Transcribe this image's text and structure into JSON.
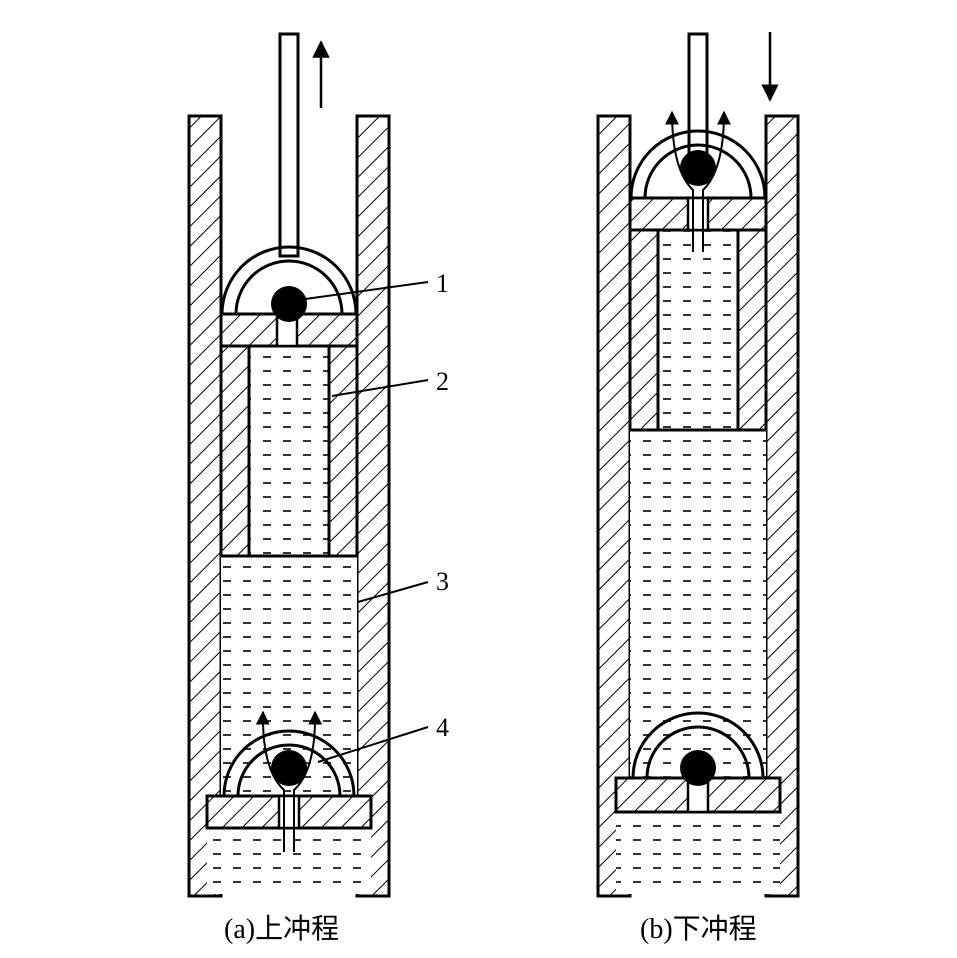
{
  "labels": {
    "part1": "1",
    "part2": "2",
    "part3": "3",
    "part4": "4"
  },
  "captions": {
    "a": "(a)上冲程",
    "b": "(b)下冲程"
  },
  "colors": {
    "stroke": "#000000",
    "background": "#ffffff"
  }
}
